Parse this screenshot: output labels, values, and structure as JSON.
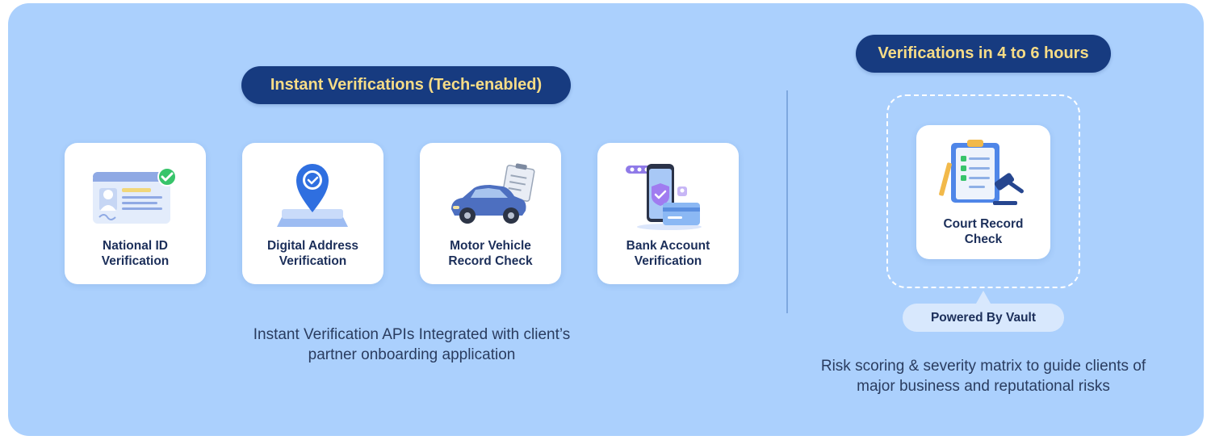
{
  "instant": {
    "title": "Instant Verifications (Tech-enabled)",
    "cards": [
      {
        "label": "National ID\nVerification",
        "icon": "id-card-icon"
      },
      {
        "label": "Digital Address\nVerification",
        "icon": "location-pin-icon"
      },
      {
        "label": "Motor Vehicle\nRecord Check",
        "icon": "car-icon"
      },
      {
        "label": "Bank Account\nVerification",
        "icon": "phone-bank-icon"
      }
    ],
    "caption": "Instant Verification APIs Integrated with client’s\npartner onboarding application"
  },
  "hours": {
    "title": "Verifications in 4 to 6 hours",
    "card": {
      "label": "Court Record\nCheck",
      "icon": "court-gavel-icon"
    },
    "badge": "Powered By Vault",
    "caption": "Risk scoring & severity matrix to guide clients of\nmajor business and reputational risks"
  },
  "colors": {
    "panel": "#abd0fd",
    "pill_bg": "#173b80",
    "pill_text": "#f7dc86",
    "card_bg": "#ffffff",
    "label_text": "#1c2f5a"
  }
}
